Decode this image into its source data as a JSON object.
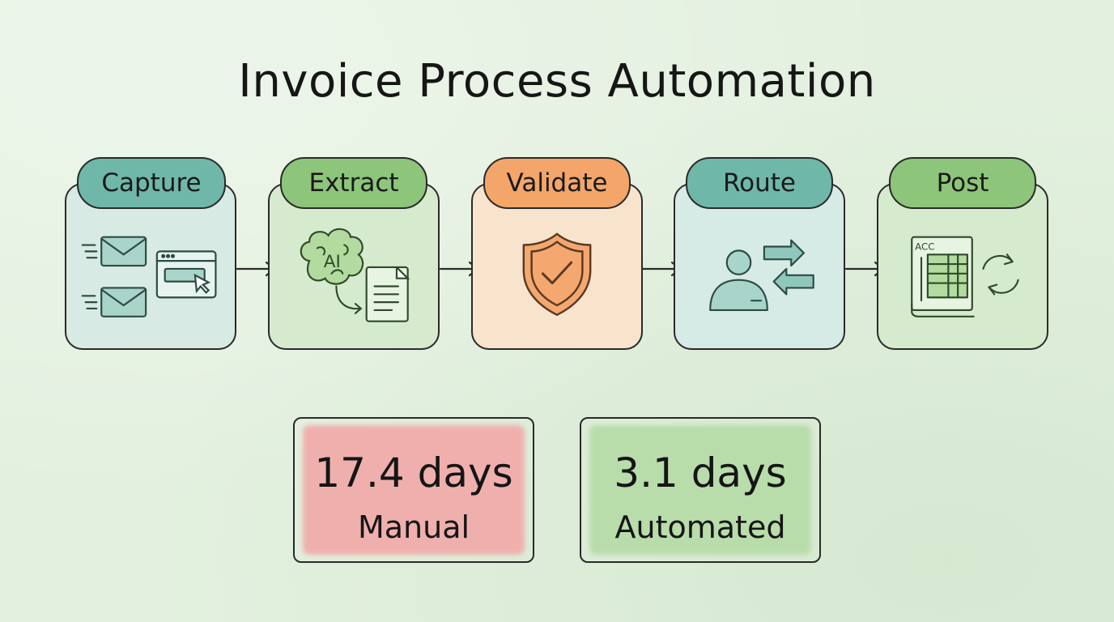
{
  "title": "Invoice Process Automation",
  "steps": [
    {
      "label": "Capture",
      "icon": "email-capture-icon",
      "card_color": "#d7eae4",
      "pill_color": "#6fb8a9"
    },
    {
      "label": "Extract",
      "icon": "ai-brain-document-icon",
      "card_color": "#d6ebce",
      "pill_color": "#8dc57a"
    },
    {
      "label": "Validate",
      "icon": "shield-check-icon",
      "card_color": "#f8e3cc",
      "pill_color": "#f3a56a"
    },
    {
      "label": "Route",
      "icon": "user-route-icon",
      "card_color": "#d6eae6",
      "pill_color": "#6fb8a9"
    },
    {
      "label": "Post",
      "icon": "ledger-sync-icon",
      "card_color": "#d6ebce",
      "pill_color": "#8dc57a"
    }
  ],
  "extract_icon_text": "AI",
  "post_icon_text": "ACC",
  "stats": [
    {
      "value": "17.4 days",
      "label": "Manual",
      "color": "#efb0ad"
    },
    {
      "value": "3.1 days",
      "label": "Automated",
      "color": "#b9dcab"
    }
  ]
}
